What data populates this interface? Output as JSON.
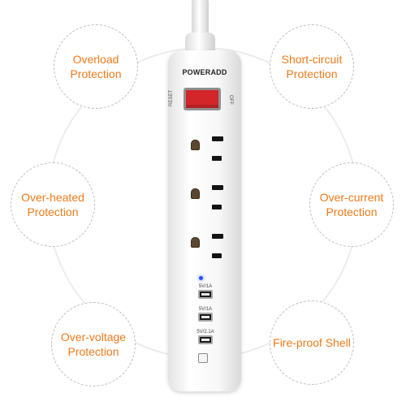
{
  "product": {
    "brand": "POWERADD",
    "switch_left_label": "RESET",
    "switch_right_label": "OFF",
    "usb_ports": [
      {
        "label": "5V/1A"
      },
      {
        "label": "5V/1A"
      },
      {
        "label": "5V/2.1A"
      }
    ]
  },
  "features": [
    {
      "label": "Overload Protection"
    },
    {
      "label": "Short-circuit Protection"
    },
    {
      "label": "Over-heated Protection"
    },
    {
      "label": "Over-current Protection"
    },
    {
      "label": "Over-voltage Protection"
    },
    {
      "label": "Fire-proof Shell"
    }
  ],
  "colors": {
    "feature_text": "#f07a1a",
    "switch": "#d3262a",
    "indicator_led": "#2a50ff"
  }
}
